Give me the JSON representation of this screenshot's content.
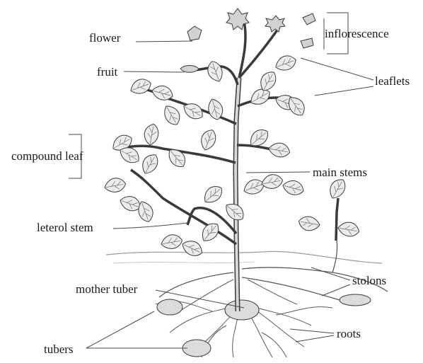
{
  "labels": {
    "flower": "flower",
    "inflorescence": "inflorescence",
    "fruit": "fruit",
    "leaflets": "leaflets",
    "compound_leaf": "compound leaf",
    "main_stems": "main stems",
    "leterol_stem": "leterol stem",
    "stolons": "stolons",
    "mother_tuber": "mother tuber",
    "roots": "roots",
    "tubers": "tubers"
  },
  "colors": {
    "ink": "#3a3a3a",
    "leaf_fill": "#ececec",
    "stem_fill": "#d9d9d9",
    "tuber_fill": "#dcdcdc",
    "soil_line": "#9a9a9a"
  }
}
